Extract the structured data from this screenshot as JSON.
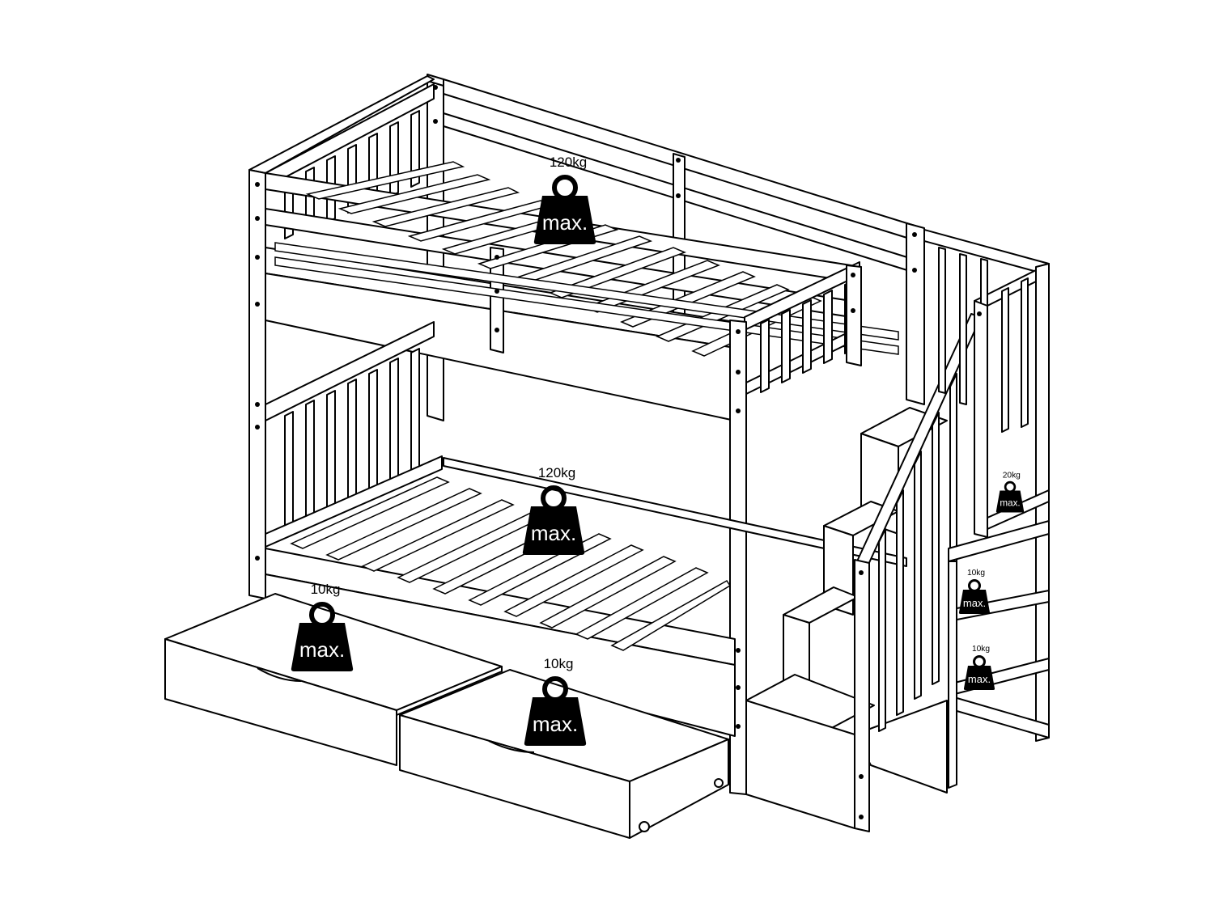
{
  "diagram": {
    "subject": "bunk-bed-with-staircase-and-drawers",
    "weights": [
      {
        "id": "top-bed",
        "capacity": "120kg",
        "label": "max."
      },
      {
        "id": "bottom-bed",
        "capacity": "120kg",
        "label": "max."
      },
      {
        "id": "drawer-left",
        "capacity": "10kg",
        "label": "max."
      },
      {
        "id": "drawer-right",
        "capacity": "10kg",
        "label": "max."
      },
      {
        "id": "shelf-top",
        "capacity": "20kg",
        "label": "max."
      },
      {
        "id": "shelf-middle",
        "capacity": "10kg",
        "label": "max."
      },
      {
        "id": "shelf-bottom",
        "capacity": "10kg",
        "label": "max."
      }
    ]
  }
}
